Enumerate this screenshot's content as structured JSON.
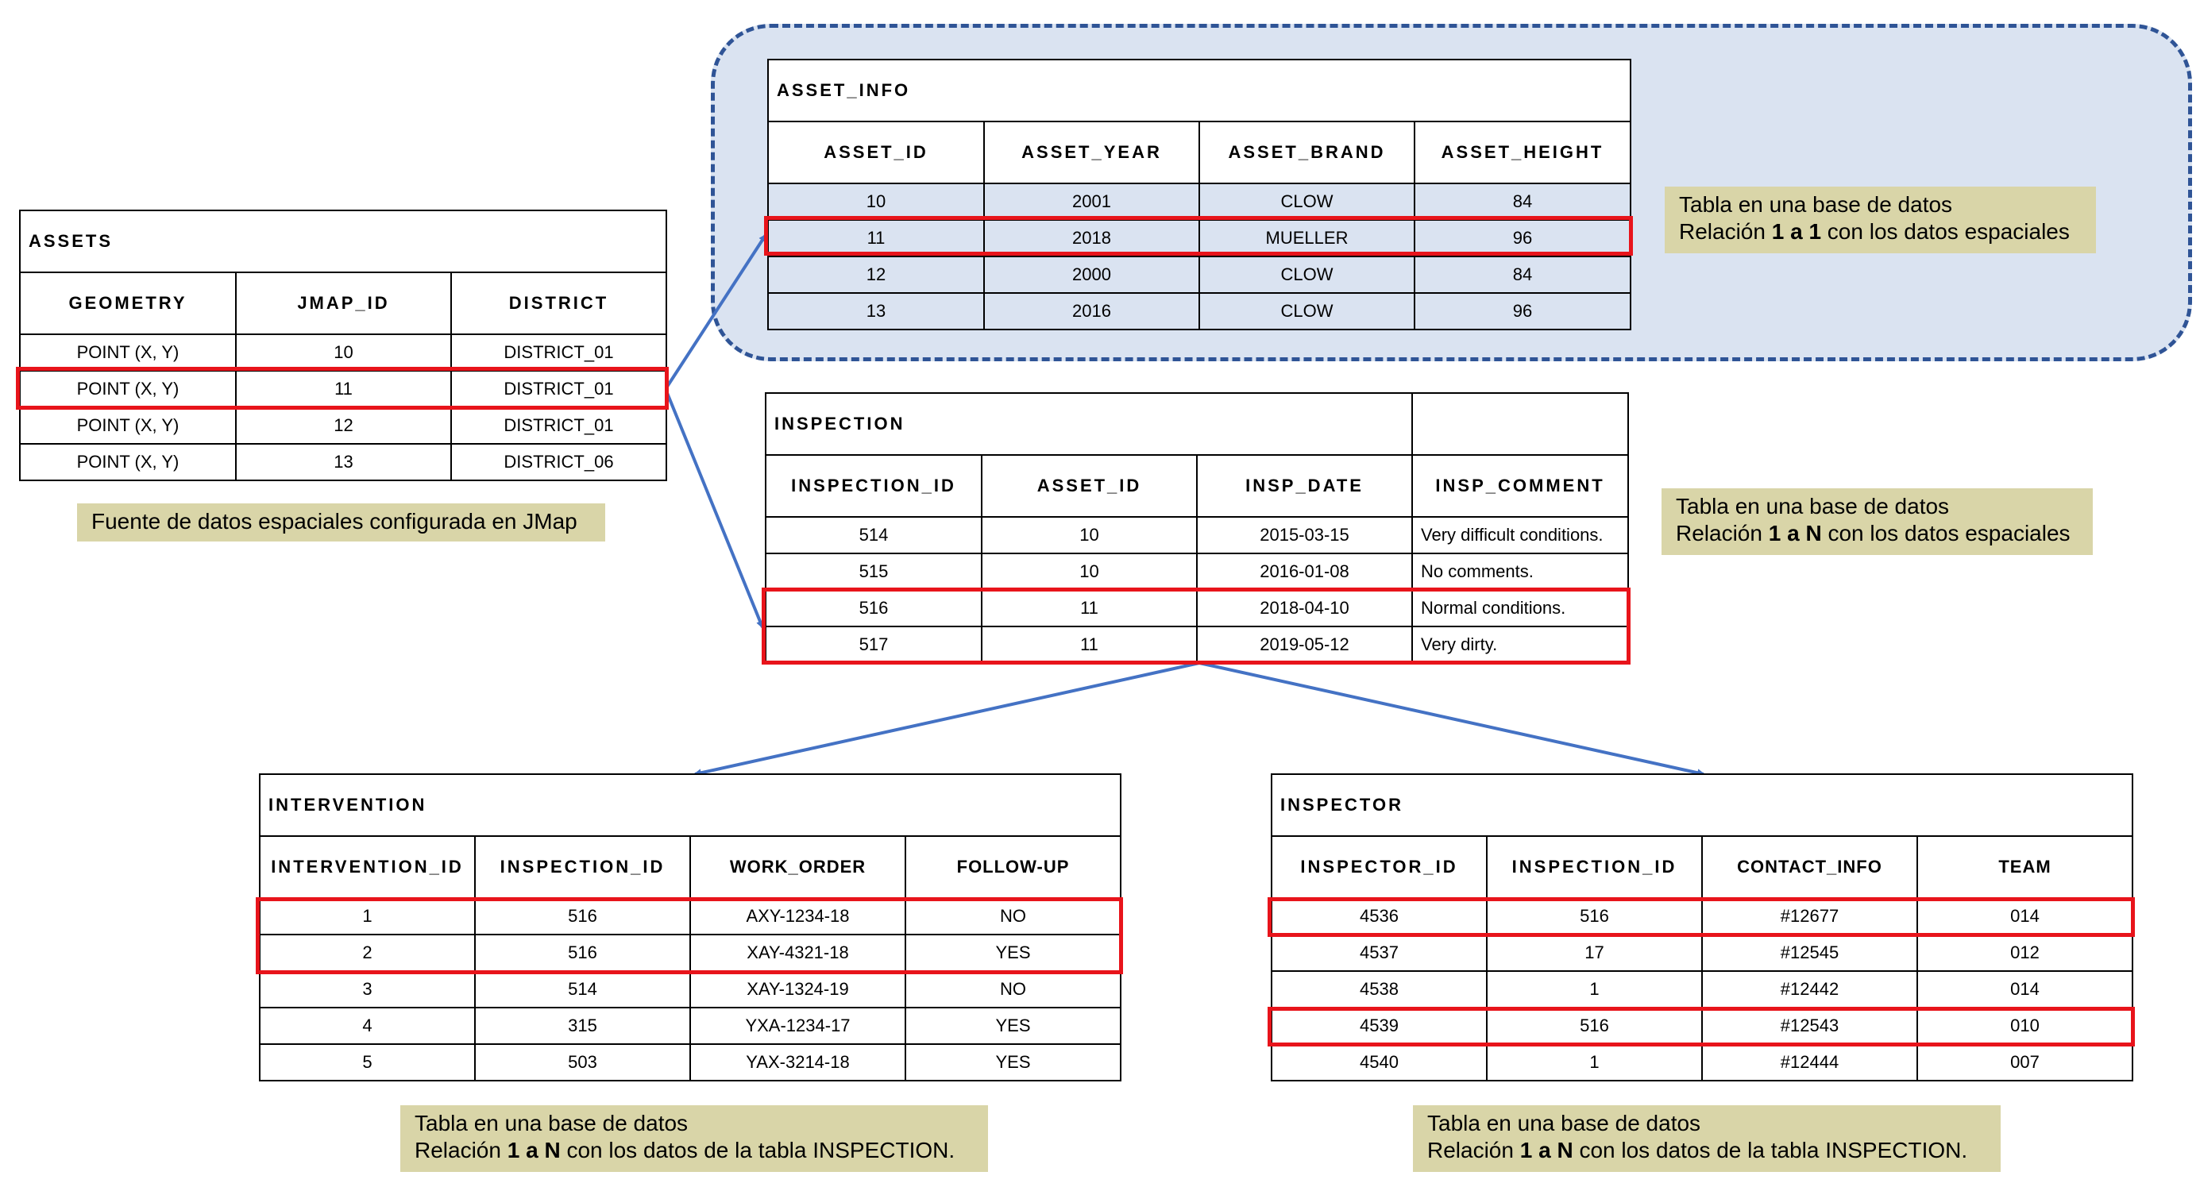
{
  "assets": {
    "title": "ASSETS",
    "columns": [
      "GEOMETRY",
      "JMAP_ID",
      "DISTRICT"
    ],
    "rows": [
      [
        "POINT (X, Y)",
        "10",
        "DISTRICT_01"
      ],
      [
        "POINT (X, Y)",
        "11",
        "DISTRICT_01"
      ],
      [
        "POINT (X, Y)",
        "12",
        "DISTRICT_01"
      ],
      [
        "POINT (X, Y)",
        "13",
        "DISTRICT_06"
      ]
    ],
    "note": "Fuente de datos espaciales configurada en JMap"
  },
  "asset_info": {
    "title": "ASSET_INFO",
    "columns": [
      "ASSET_ID",
      "ASSET_YEAR",
      "ASSET_BRAND",
      "ASSET_HEIGHT"
    ],
    "rows": [
      [
        "10",
        "2001",
        "CLOW",
        "84"
      ],
      [
        "11",
        "2018",
        "MUELLER",
        "96"
      ],
      [
        "12",
        "2000",
        "CLOW",
        "84"
      ],
      [
        "13",
        "2016",
        "CLOW",
        "96"
      ]
    ],
    "note": {
      "line1": "Tabla en una base de datos",
      "line2_pre": "Relación ",
      "line2_bold": "1 a 1",
      "line2_post": " con los datos espaciales"
    }
  },
  "inspection": {
    "title": "INSPECTION",
    "columns": [
      "INSPECTION_ID",
      "ASSET_ID",
      "INSP_DATE",
      "INSP_COMMENT"
    ],
    "rows": [
      [
        "514",
        "10",
        "2015-03-15",
        "Very difficult conditions."
      ],
      [
        "515",
        "10",
        "2016-01-08",
        "No comments."
      ],
      [
        "516",
        "11",
        "2018-04-10",
        "Normal conditions."
      ],
      [
        "517",
        "11",
        "2019-05-12",
        "Very dirty."
      ]
    ],
    "note": {
      "line1": "Tabla en una base de datos",
      "line2_pre": "Relación ",
      "line2_bold": "1 a N",
      "line2_post": " con los datos espaciales"
    }
  },
  "intervention": {
    "title": "INTERVENTION",
    "columns": [
      "INTERVENTION_ID",
      "INSPECTION_ID",
      "WORK_ORDER",
      "FOLLOW-UP"
    ],
    "rows": [
      [
        "1",
        "516",
        "AXY-1234-18",
        "NO"
      ],
      [
        "2",
        "516",
        "XAY-4321-18",
        "YES"
      ],
      [
        "3",
        "514",
        "XAY-1324-19",
        "NO"
      ],
      [
        "4",
        "315",
        "YXA-1234-17",
        "YES"
      ],
      [
        "5",
        "503",
        "YAX-3214-18",
        "YES"
      ]
    ],
    "note": {
      "line1": "Tabla en una base de datos",
      "line2_pre": "Relación ",
      "line2_bold": "1 a N",
      "line2_post": " con los datos de la tabla INSPECTION."
    }
  },
  "inspector": {
    "title": "INSPECTOR",
    "columns": [
      "INSPECTOR_ID",
      "INSPECTION_ID",
      "CONTACT_INFO",
      "TEAM"
    ],
    "rows": [
      [
        "4536",
        "516",
        "#12677",
        "014"
      ],
      [
        "4537",
        "17",
        "#12545",
        "012"
      ],
      [
        "4538",
        "1",
        "#12442",
        "014"
      ],
      [
        "4539",
        "516",
        "#12543",
        "010"
      ],
      [
        "4540",
        "1",
        "#12444",
        "007"
      ]
    ],
    "note": {
      "line1": "Tabla en una base de datos",
      "line2_pre": "Relación ",
      "line2_bold": "1 a N",
      "line2_post": " con los datos de la tabla INSPECTION."
    }
  },
  "colors": {
    "highlight": "#e8141b",
    "arrow": "#4472c4",
    "region_fill": "#dae3f1",
    "region_border": "#2f5496",
    "note_bg": "#d9d5a8"
  }
}
